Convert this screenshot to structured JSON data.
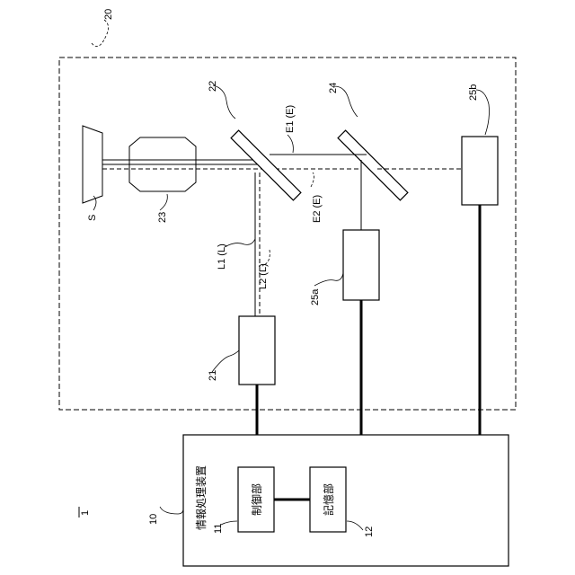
{
  "labels": {
    "system": "1",
    "optical_unit": "20",
    "info_device": "10",
    "info_device_name": "情報処理装置",
    "control_unit": "制御部",
    "control_unit_ref": "11",
    "storage_unit": "記憶部",
    "storage_unit_ref": "12",
    "light_source": "21",
    "mirror_1": "22",
    "objective": "23",
    "mirror_2": "24",
    "detector_a": "25a",
    "detector_b": "25b",
    "sample": "S",
    "l1": "L1 (L)",
    "l2": "L2 (L)",
    "e1": "E1 (E)",
    "e2": "E2 (E)"
  }
}
